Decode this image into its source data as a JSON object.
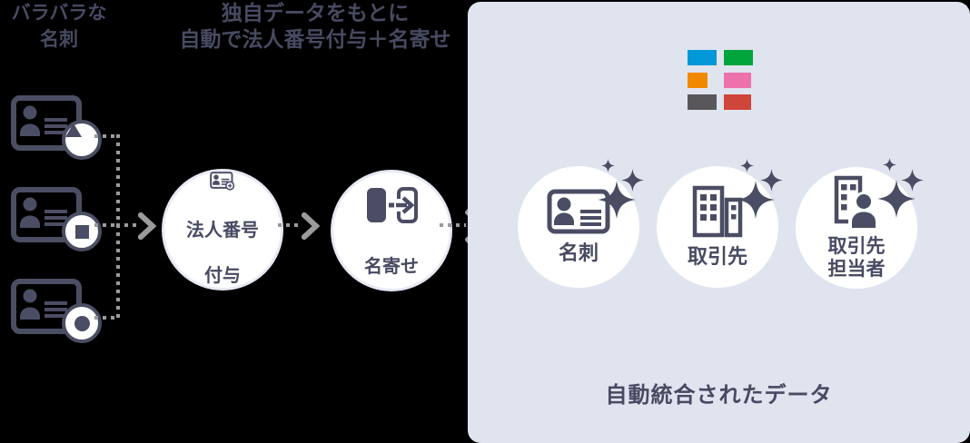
{
  "colors": {
    "background": "#000000",
    "panel_bg": "#e0e4ef",
    "text_ink": "#474a61",
    "icon_ink": "#4a4d63",
    "arrow_gray": "#9b9b9b",
    "circle_bg": "#ffffff"
  },
  "left_group": {
    "cards": [
      {
        "badge_shape": "triangle"
      },
      {
        "badge_shape": "square"
      },
      {
        "badge_shape": "circle"
      }
    ],
    "caption_lines": [
      "バラバラな",
      "名刺"
    ]
  },
  "process": {
    "steps": [
      {
        "icon": "corporate-number-card-icon",
        "label_line1": "法人番号",
        "label_line2": "付与"
      },
      {
        "icon": "merge-icon",
        "label_line1": "名寄せ",
        "label_line2": ""
      }
    ],
    "caption_line1": "独自データをもとに",
    "caption_line2": "自動で法人番号付与＋名寄せ"
  },
  "result_panel": {
    "logo_blocks": [
      "#0098d8",
      "#00a53c",
      "#f08800",
      "#ed72ab",
      "#595759",
      "#d0453a"
    ],
    "items": [
      {
        "icon": "business-card-icon",
        "label_line1": "名刺",
        "label_line2": ""
      },
      {
        "icon": "company-icon",
        "label_line1": "取引先",
        "label_line2": ""
      },
      {
        "icon": "company-contact-icon",
        "label_line1": "取引先",
        "label_line2": "担当者"
      }
    ],
    "caption": "自動統合されたデータ"
  }
}
